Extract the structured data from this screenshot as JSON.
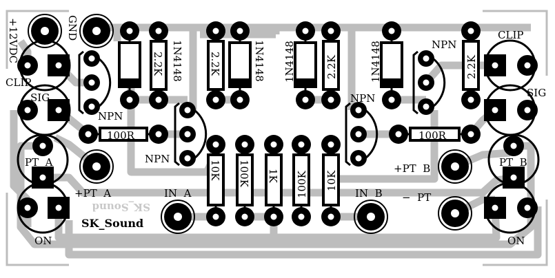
{
  "board": {
    "brand": "SK_Sound",
    "brand_mirrored": "SK_Sound",
    "power": {
      "plus": "+12VDC",
      "gnd": "GND"
    },
    "leds_left": {
      "clip": "CLIP",
      "sig": "SIG",
      "pt": "PT  A",
      "on": "ON"
    },
    "leds_right": {
      "clip": "CLIP",
      "sig": "SIG",
      "pt": "PT  B",
      "on": "ON"
    },
    "connectors": {
      "pt_a": "+PT  A",
      "pt_b": "+PT  B",
      "in_a": "IN  A",
      "in_b": "IN  B",
      "minus_pt": "−  PT"
    },
    "transistors": [
      "NPN",
      "NPN",
      "NPN",
      "NPN"
    ],
    "diodes": [
      "1N4148",
      "1N4148",
      "1N4148",
      "1N4148"
    ],
    "resistors_top": [
      "2.2K",
      "2.2K",
      "2.2K",
      "2.2K"
    ],
    "resistors_100r": [
      "100R",
      "100R"
    ],
    "resistors_bottom": [
      "10K",
      "100K",
      "1K",
      "100K",
      "10K"
    ]
  }
}
